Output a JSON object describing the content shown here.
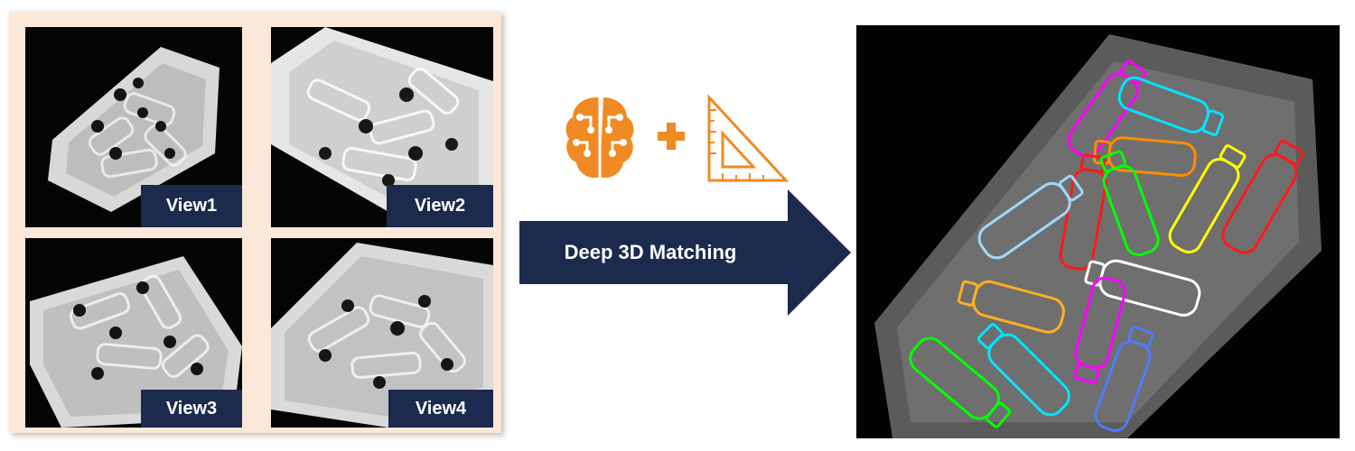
{
  "views": [
    {
      "label": "View1"
    },
    {
      "label": "View2"
    },
    {
      "label": "View3"
    },
    {
      "label": "View4"
    }
  ],
  "icons": [
    {
      "name": "brain-icon"
    },
    {
      "name": "plus-icon"
    },
    {
      "name": "set-square-ruler-icon"
    }
  ],
  "arrow": {
    "label": "Deep 3D Matching"
  },
  "colors": {
    "panel_bg": "#fbe8d9",
    "label_bg": "#1c2a4e",
    "icon_orange": "#f08a24",
    "bottle_outlines": [
      "#ff00ff",
      "#00e5ff",
      "#ff8c00",
      "#ffff00",
      "#ff1a1a",
      "#00ff00",
      "#ffffff",
      "#87ceeb",
      "#4f7bff",
      "#ffb020"
    ]
  }
}
